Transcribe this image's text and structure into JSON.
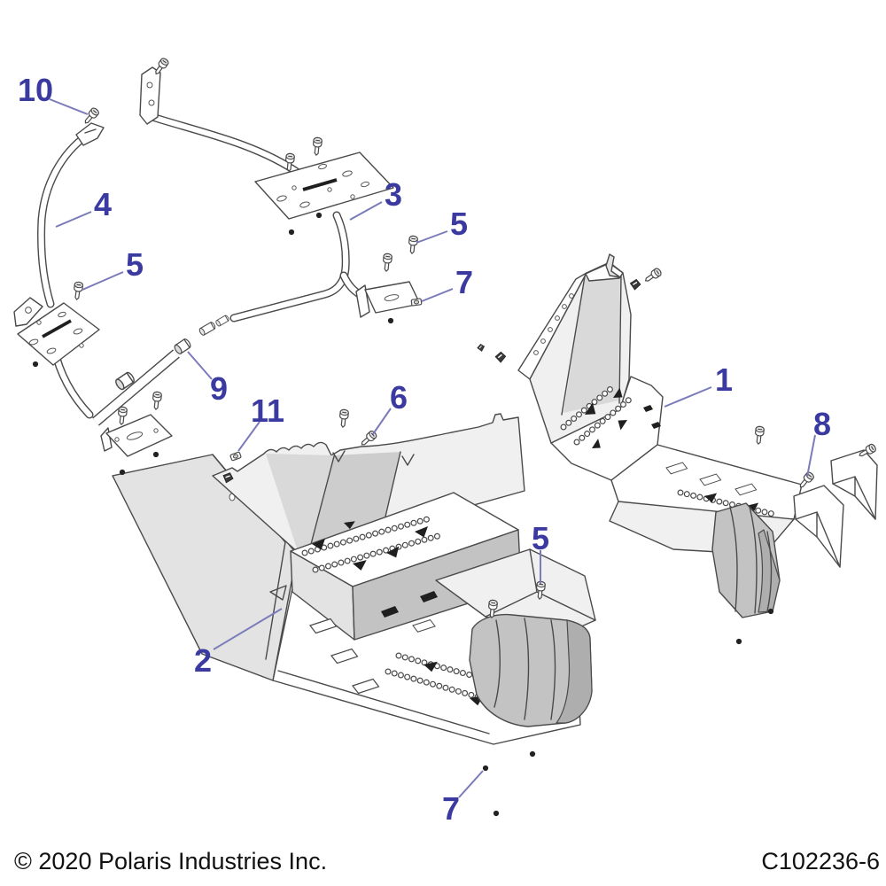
{
  "diagram": {
    "type": "exploded-parts-diagram",
    "subject": "footwell and mounting frame assembly",
    "footer": {
      "copyright": "© 2020 Polaris Industries Inc.",
      "part_number": "C102236-6"
    },
    "colors": {
      "background": "#ffffff",
      "callout_text": "#3a3aa0",
      "leader_line": "#7b7bba",
      "line_art": "#4a4a4a",
      "footer_text": "#111111"
    },
    "callouts": [
      {
        "label": "10"
      },
      {
        "label": "4"
      },
      {
        "label": "5"
      },
      {
        "label": "3"
      },
      {
        "label": "5"
      },
      {
        "label": "7"
      },
      {
        "label": "9"
      },
      {
        "label": "11"
      },
      {
        "label": "6"
      },
      {
        "label": "1"
      },
      {
        "label": "8"
      },
      {
        "label": "5"
      },
      {
        "label": "2"
      },
      {
        "label": "7"
      }
    ]
  }
}
